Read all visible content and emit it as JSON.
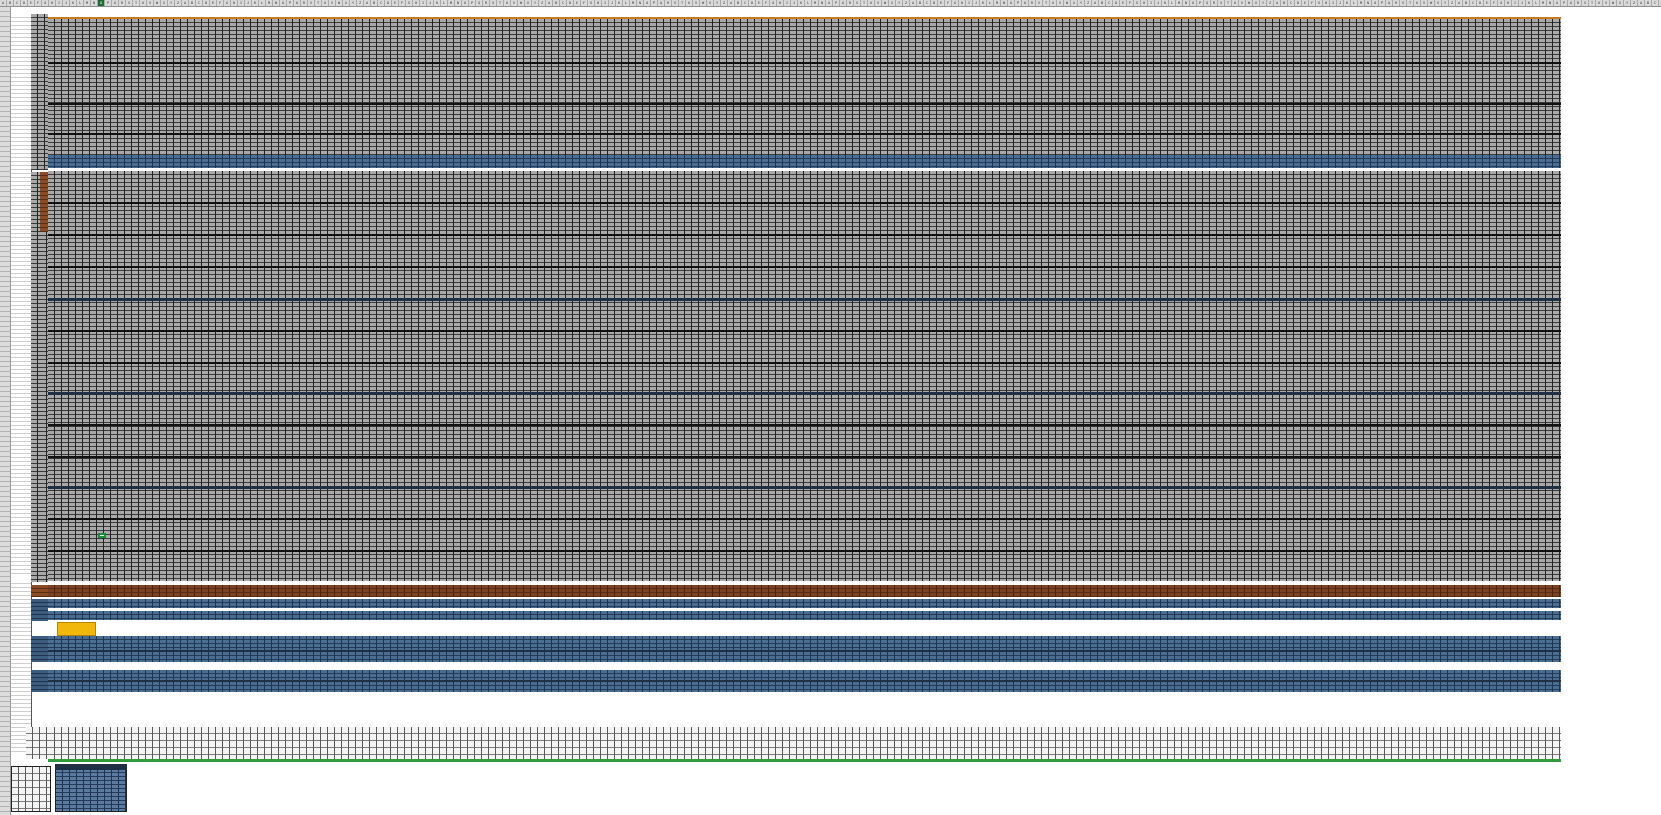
{
  "sheet": {
    "column_header_labels": [
      "A",
      "B",
      "C",
      "D",
      "E",
      "F",
      "G",
      "H",
      "I",
      "J",
      "K",
      "L",
      "M",
      "N",
      "O",
      "P",
      "Q",
      "R",
      "S",
      "T",
      "U",
      "V",
      "W",
      "X",
      "Y",
      "Z"
    ],
    "active_column_index": 14
  },
  "colors": {
    "gray_grid": "#a9a9a9",
    "blue_band": "#4a6d92",
    "brown_band": "#7a4222",
    "dark_band": "#1f2f44",
    "green_band": "#2e9a3c",
    "yellow_highlight": "#f2b70b",
    "selection": "#1f8a3a"
  }
}
